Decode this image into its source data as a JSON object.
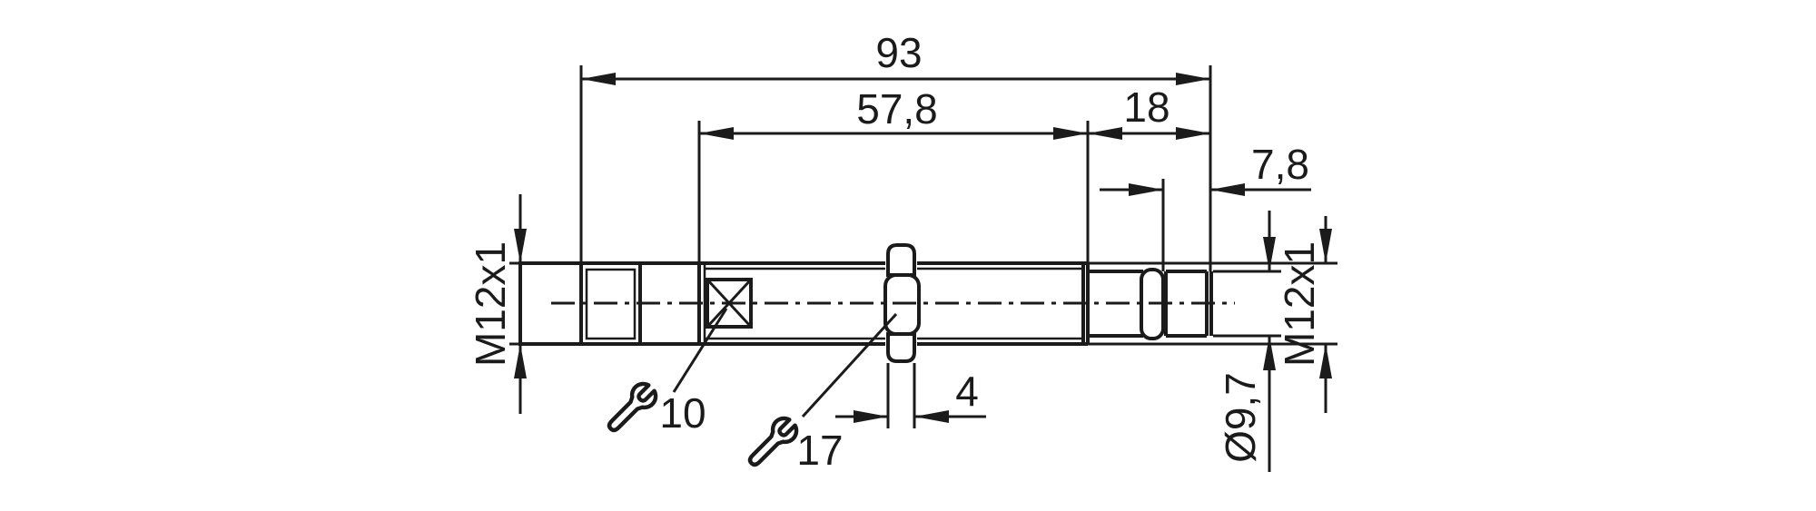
{
  "drawing": {
    "kind": "technical-dimension-drawing",
    "colors": {
      "line": "#1b1b1b",
      "background": "#ffffff"
    },
    "labels": {
      "overall_length": "93",
      "barrel_length": "57,8",
      "rear_length": "18",
      "rear_thread_length": "7,8",
      "nut_width": "4",
      "front_thread": "M12x1",
      "rear_thread": "M12x1",
      "connector_diameter": "Ø9,7",
      "wrench_size_small": "10",
      "wrench_size_large": "17"
    }
  }
}
